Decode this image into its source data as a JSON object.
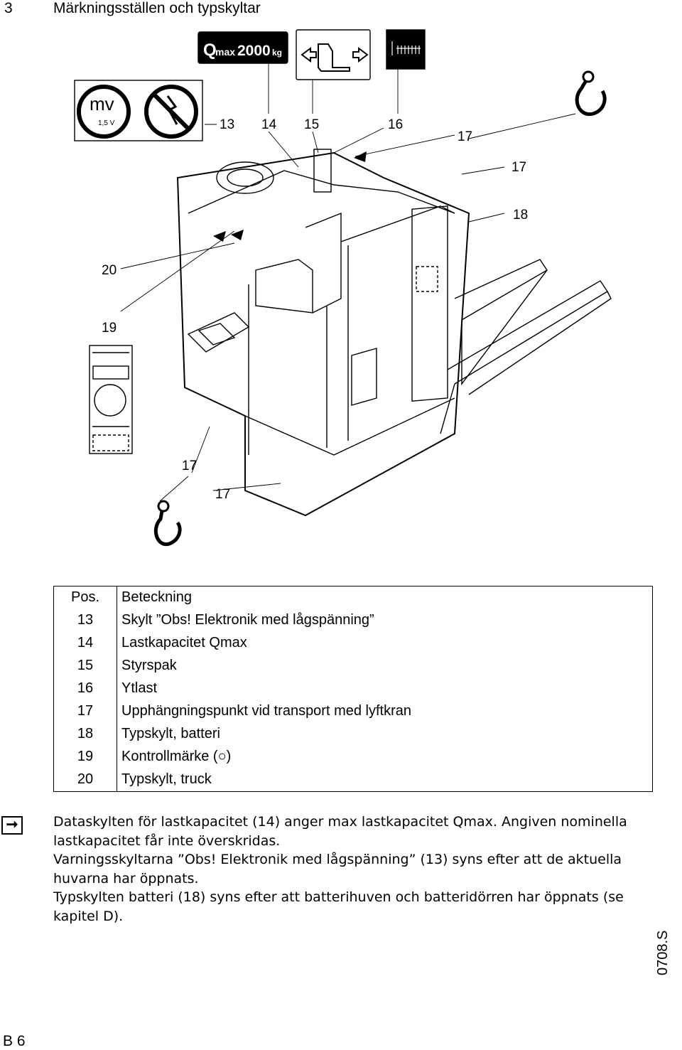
{
  "heading": {
    "number": "3",
    "title": "Märkningsställen och typskyltar"
  },
  "labels": {
    "qmax_q": "Q",
    "qmax_sub": "max",
    "qmax_value": "2000",
    "qmax_unit": "kg",
    "mv": "mv",
    "mv_value": "1,5 V"
  },
  "callouts": {
    "c13": "13",
    "c14": "14",
    "c15": "15",
    "c16": "16",
    "c17a": "17",
    "c17b": "17",
    "c18": "18",
    "c20": "20",
    "c19": "19",
    "c17c": "17",
    "c17d": "17"
  },
  "table": {
    "header": {
      "pos": "Pos.",
      "name": "Beteckning"
    },
    "rows": [
      {
        "pos": "13",
        "name": "Skylt ”Obs! Elektronik med lågspänning”"
      },
      {
        "pos": "14",
        "name": "Lastkapacitet Qmax"
      },
      {
        "pos": "15",
        "name": "Styrspak"
      },
      {
        "pos": "16",
        "name": "Ytlast"
      },
      {
        "pos": "17",
        "name": "Upphängningspunkt vid transport med lyftkran"
      },
      {
        "pos": "18",
        "name": "Typskylt, batteri"
      },
      {
        "pos": "19",
        "name": "Kontrollmärke (○)"
      },
      {
        "pos": "20",
        "name": "Typskylt, truck"
      }
    ]
  },
  "note": {
    "icon": "arrow-right-icon",
    "lines": [
      "Dataskylten för lastkapacitet (14) anger max lastkapacitet Qmax. Angiven nominella lastkapacitet får inte överskridas.",
      "Varningsskyltarna ”Obs! Elektronik med lågspänning” (13) syns efter att de aktuella huvarna har öppnats.",
      "Typskylten batteri (18) syns efter att batterihuven och batteridörren har öppnats (se kapitel D)."
    ]
  },
  "footer": {
    "code": "0708.S",
    "page": "B 6"
  }
}
